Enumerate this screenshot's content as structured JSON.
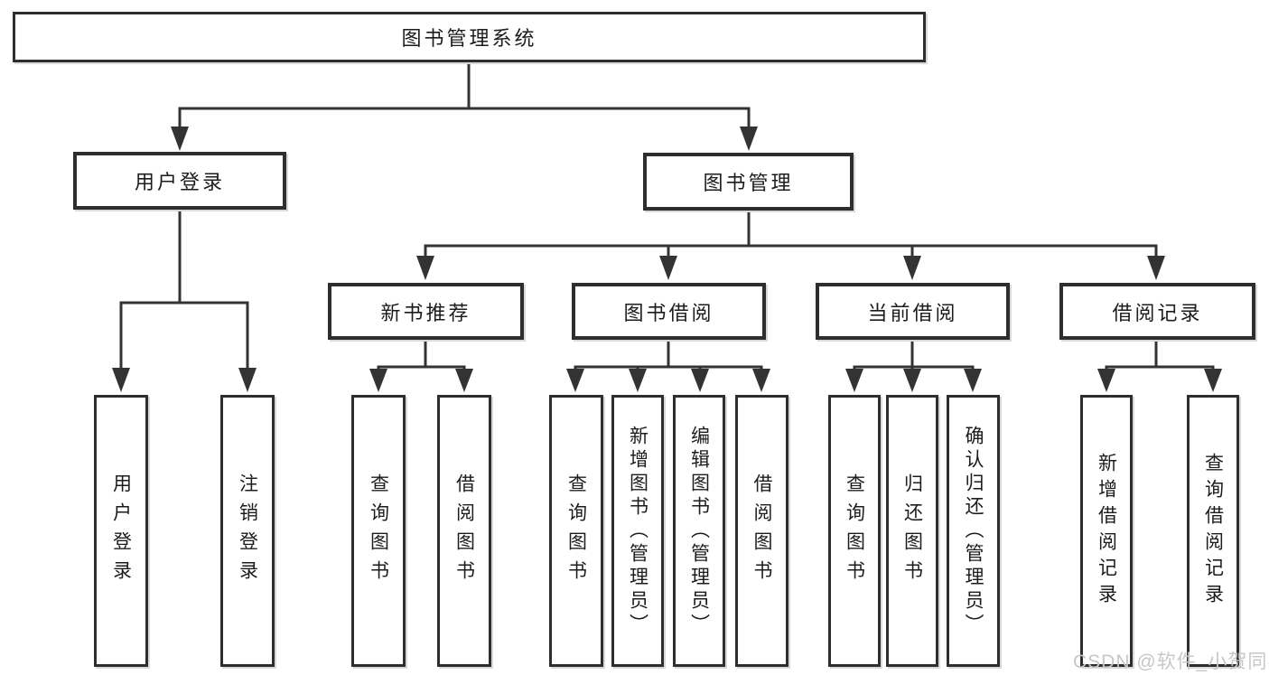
{
  "tree": {
    "root": {
      "label": "图书管理系统",
      "children": [
        {
          "label": "用户登录",
          "children": [
            {
              "label": "用户登录"
            },
            {
              "label": "注销登录"
            }
          ]
        },
        {
          "label": "图书管理",
          "children": [
            {
              "label": "新书推荐",
              "children": [
                {
                  "label": "查询图书"
                },
                {
                  "label": "借阅图书"
                }
              ]
            },
            {
              "label": "图书借阅",
              "children": [
                {
                  "label": "查询图书"
                },
                {
                  "label": "新增图书（管理员）"
                },
                {
                  "label": "编辑图书（管理员）"
                },
                {
                  "label": "借阅图书"
                }
              ]
            },
            {
              "label": "当前借阅",
              "children": [
                {
                  "label": "查询图书"
                },
                {
                  "label": "归还图书"
                },
                {
                  "label": "确认归还（管理员）"
                }
              ]
            },
            {
              "label": "借阅记录",
              "children": [
                {
                  "label": "新增借阅记录"
                },
                {
                  "label": "查询借阅记录"
                }
              ]
            }
          ]
        }
      ]
    }
  },
  "watermark": {
    "text": "CSDN @软件_小贺同学",
    "color": "#c7c7c7"
  },
  "colors": {
    "line": "#333333",
    "box_border": "#2e2e2e",
    "box_fill": "#ffffff",
    "text": "#1c1c1c",
    "background": "#ffffff"
  }
}
